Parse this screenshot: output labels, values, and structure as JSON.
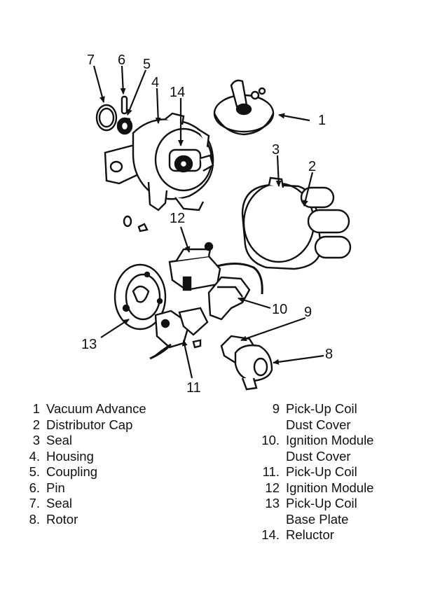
{
  "callouts": [
    "1",
    "2",
    "3",
    "4",
    "5",
    "6",
    "7",
    "8",
    "9",
    "10",
    "11",
    "12",
    "13",
    "14"
  ],
  "legend_left": [
    {
      "num": "1",
      "label": "Vacuum Advance"
    },
    {
      "num": "2",
      "label": "Distributor Cap"
    },
    {
      "num": "3",
      "label": "Seal"
    },
    {
      "num": "4.",
      "label": "Housing"
    },
    {
      "num": "5.",
      "label": "Coupling"
    },
    {
      "num": "6.",
      "label": "Pin"
    },
    {
      "num": "7.",
      "label": "Seal"
    },
    {
      "num": "8.",
      "label": "Rotor"
    }
  ],
  "legend_right": [
    {
      "num": "9",
      "label": "Pick-Up Coil",
      "cont": "Dust Cover"
    },
    {
      "num": "10.",
      "label": "Ignition Module",
      "cont": "Dust Cover"
    },
    {
      "num": "11.",
      "label": "Pick-Up Coil"
    },
    {
      "num": "12",
      "label": "Ignition Module"
    },
    {
      "num": "13",
      "label": "Pick-Up Coil",
      "cont": "Base Plate"
    },
    {
      "num": "14.",
      "label": "Reluctor"
    }
  ]
}
